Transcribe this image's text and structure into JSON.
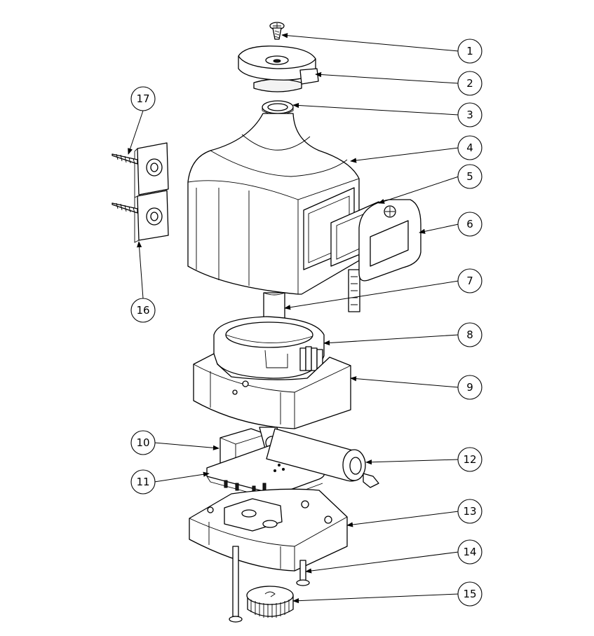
{
  "callouts": [
    {
      "label": "1"
    },
    {
      "label": "2"
    },
    {
      "label": "3"
    },
    {
      "label": "4"
    },
    {
      "label": "5"
    },
    {
      "label": "6"
    },
    {
      "label": "7"
    },
    {
      "label": "8"
    },
    {
      "label": "9"
    },
    {
      "label": "10"
    },
    {
      "label": "11"
    },
    {
      "label": "12"
    },
    {
      "label": "13"
    },
    {
      "label": "14"
    },
    {
      "label": "15"
    },
    {
      "label": "16"
    },
    {
      "label": "17"
    }
  ],
  "style": {
    "line_color": "#000000",
    "fill_color": "#ffffff"
  }
}
